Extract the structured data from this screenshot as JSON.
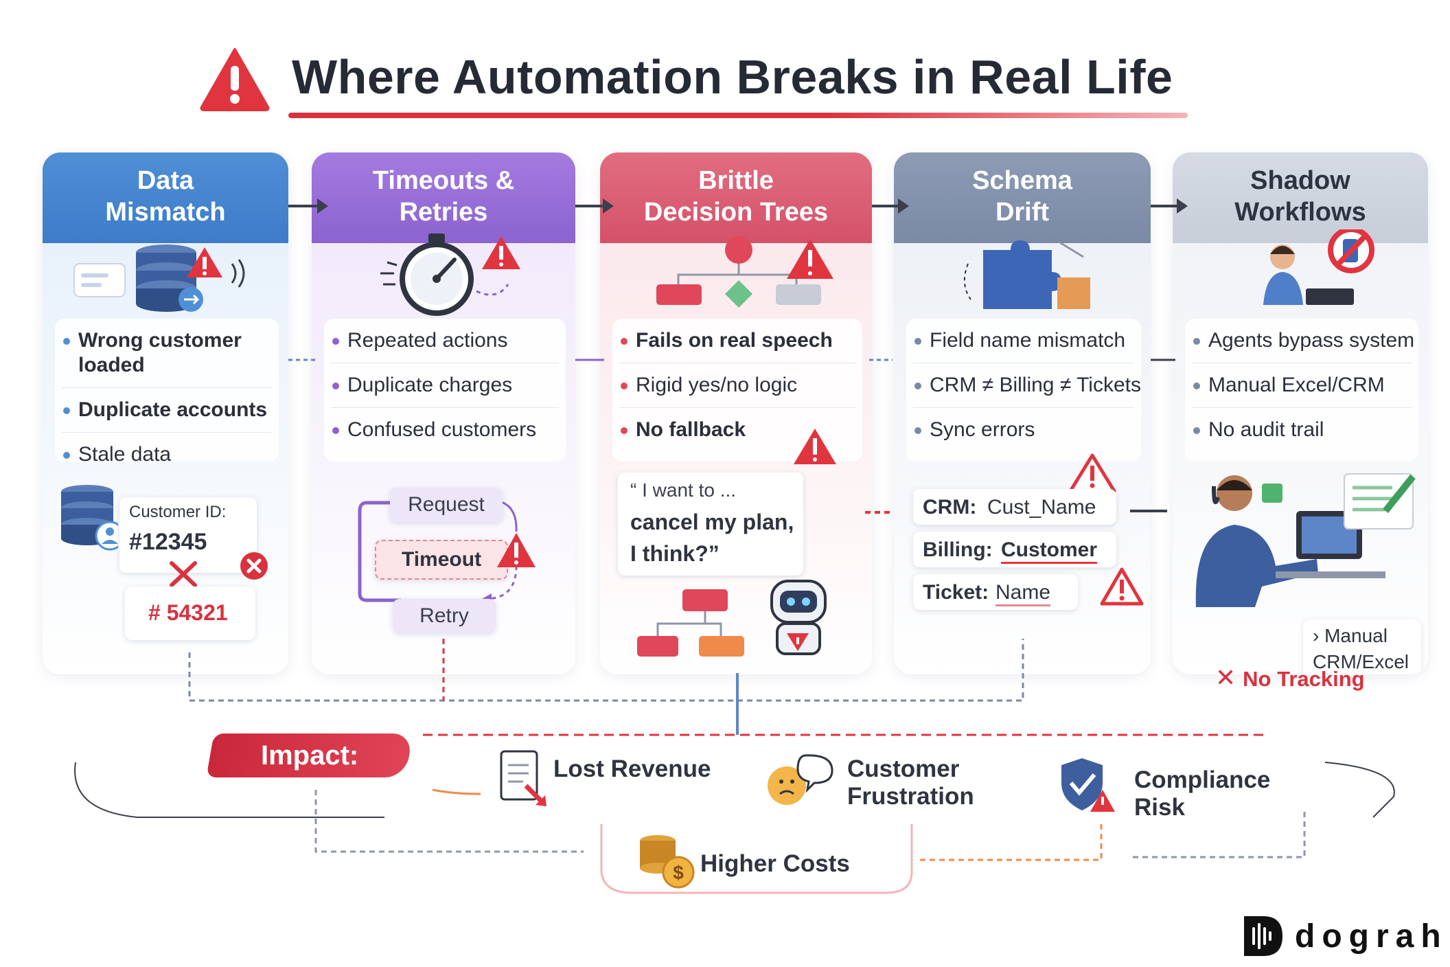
{
  "title": "Where Automation Breaks in Real Life",
  "columns": [
    {
      "heading_line1": "Data",
      "heading_line2": "Mismatch",
      "bullets": [
        "Wrong customer loaded",
        "Duplicate accounts",
        "Stale data"
      ],
      "detail": {
        "label": "Customer ID:",
        "correct_id": "#12345",
        "wrong_id": "# 54321"
      }
    },
    {
      "heading_line1": "Timeouts &",
      "heading_line2": "Retries",
      "bullets": [
        "Repeated actions",
        "Duplicate charges",
        "Confused customers"
      ],
      "flow": [
        "Request",
        "Timeout",
        "Retry"
      ]
    },
    {
      "heading_line1": "Brittle",
      "heading_line2": "Decision Trees",
      "bullets": [
        "Fails on real speech",
        "Rigid yes/no logic",
        "No fallback"
      ],
      "quote_line1": "“ I want to ...",
      "quote_line2": "cancel my plan,",
      "quote_line3": "I think?”"
    },
    {
      "heading_line1": "Schema",
      "heading_line2": "Drift",
      "bullets": [
        "Field name mismatch",
        "CRM ≠ Billing ≠ Tickets",
        "Sync errors"
      ],
      "fields": [
        {
          "system": "CRM:",
          "name": "Cust_Name"
        },
        {
          "system": "Billing:",
          "name": "Customer"
        },
        {
          "system": "Ticket:",
          "name": "Name"
        }
      ]
    },
    {
      "heading_line1": "Shadow",
      "heading_line2": "Workflows",
      "bullets": [
        "Agents bypass system",
        "Manual Excel/CRM",
        "No audit trail"
      ],
      "manual_line1": "› Manual",
      "manual_line2": "CRM/Excel",
      "no_tracking": "No Tracking"
    }
  ],
  "impact": {
    "label": "Impact:",
    "items": [
      "Lost Revenue",
      "Customer Frustration",
      "Compliance Risk",
      "Higher Costs"
    ],
    "customer_line1": "Customer",
    "customer_line2": "Frustration",
    "compliance_line1": "Compliance",
    "compliance_line2": "Risk"
  },
  "brand": "dograh",
  "colors": {
    "data_mismatch": "#4f8fd6",
    "timeouts": "#8c63cf",
    "decision_trees": "#d45269",
    "schema_drift": "#7a89a5",
    "shadow_workflows": "#c8ced9",
    "alert": "#d9323f"
  },
  "icons": [
    "warning-icon",
    "database-icon",
    "stopwatch-icon",
    "flowchart-icon",
    "puzzle-icon",
    "agent-icon",
    "no-phone-icon",
    "robot-icon",
    "document-icon",
    "sad-face-icon",
    "shield-icon",
    "coins-icon"
  ]
}
